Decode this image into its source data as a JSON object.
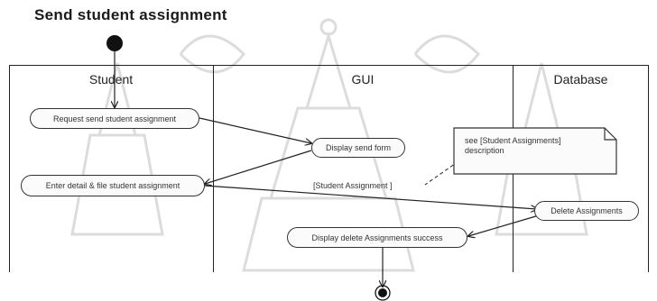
{
  "diagram": {
    "title": "Send student assignment",
    "lanes": [
      {
        "label": "Student"
      },
      {
        "label": "GUI"
      },
      {
        "label": "Database"
      }
    ],
    "actions": {
      "request_send": "Request send student assignment",
      "display_send_form": "Display send form",
      "enter_detail": "Enter detail & file student assignment",
      "delete_assignments": "Delete Assignments",
      "display_delete_success": "Display delete Assignments success"
    },
    "object_flow_label": "[Student Assignment ]",
    "note": {
      "line1": "see [Student Assignments]",
      "line2": "description"
    },
    "colors": {
      "stroke": "#222222",
      "watermark": "#d9d9d9"
    }
  }
}
